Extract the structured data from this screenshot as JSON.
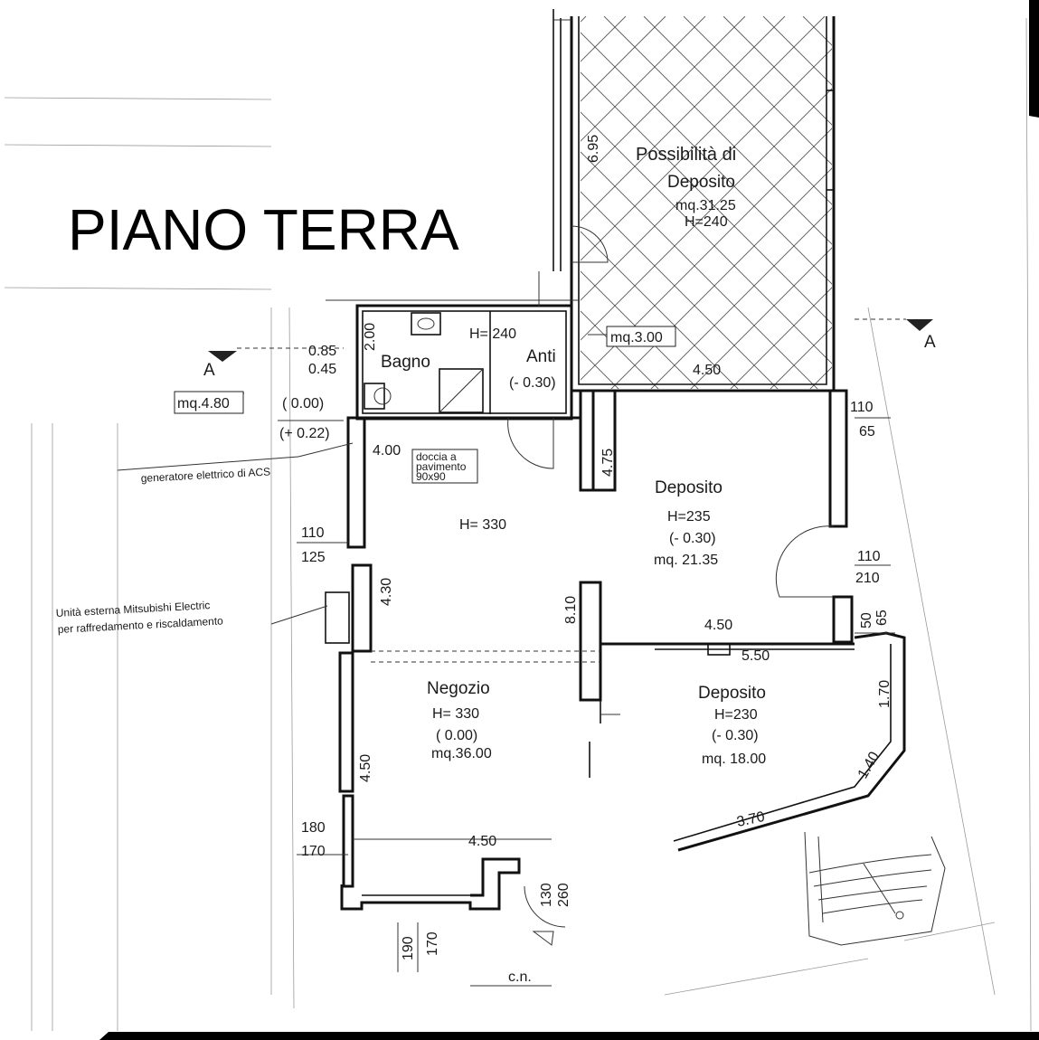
{
  "title": "PIANO TERRA",
  "rooms": {
    "deposito_top": {
      "possibility": "Possibilità di",
      "name": "Deposito",
      "area": "mq.31.25",
      "height": "H=240"
    },
    "bagno": {
      "name": "Bagno"
    },
    "anti": {
      "height": "H= 240",
      "name": "Anti",
      "level": "(- 0.30)"
    },
    "deposito_mid": {
      "name": "Deposito",
      "height": "H=235",
      "level": "(- 0.30)",
      "area": "mq. 21.35"
    },
    "main_room": {
      "height": "H= 330"
    },
    "negozio": {
      "name": "Negozio",
      "height": "H= 330",
      "level": "( 0.00)",
      "area": "mq.36.00"
    },
    "deposito_low": {
      "name": "Deposito",
      "height": "H=230",
      "level": "(- 0.30)",
      "area": "mq. 18.00"
    }
  },
  "labels": {
    "area_small": "mq.4.80",
    "area_mq3": "mq.3.00",
    "level_000": "( 0.00)",
    "level_022": "(+ 0.22)",
    "generator": "generatore elettrico di ACS",
    "mitsubishi_1": "Unità esterna Mitsubishi Electric",
    "mitsubishi_2": "per raffredamento e riscaldamento",
    "shower_1": "doccia a",
    "shower_2": "pavimento",
    "shower_3": "90x90",
    "section_left": "A",
    "section_right": "A",
    "cn": "c.n."
  },
  "dimensions": {
    "d695": "6.95",
    "d200": "2.00",
    "d085": "0.85",
    "d045": "0.45",
    "d450_top": "4.50",
    "d110_a": "110",
    "d65_a": "65",
    "d400": "4.00",
    "d475": "4.75",
    "d110_b": "110",
    "d125": "125",
    "d430": "4.30",
    "d110_c": "110",
    "d210": "210",
    "d810": "8.10",
    "d450_mid": "4.50",
    "d50": "50",
    "d65_b": "65",
    "d550": "5.50",
    "d170_r": "1.70",
    "d450_left": "4.50",
    "d140": "1.40",
    "d180": "180",
    "d170_l": "170",
    "d450_bottom": "4.50",
    "d370": "3.70",
    "d130": "130",
    "d260": "260",
    "d190": "190",
    "d170_b": "170"
  }
}
